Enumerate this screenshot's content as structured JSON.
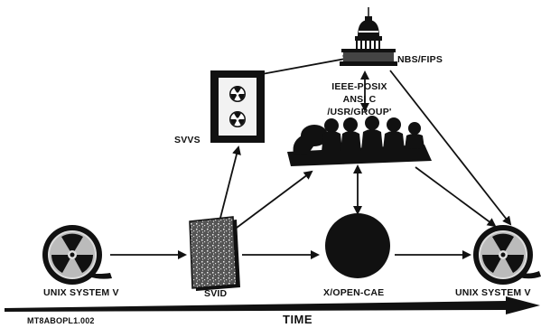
{
  "diagram": {
    "labels": {
      "unix_left": "UNIX SYSTEM V",
      "svid": "SVID",
      "x_open": "X/OPEN-CAE",
      "unix_right": "UNIX SYSTEM V",
      "svvs": "SVVS",
      "nbs_fips": "NBS/FIPS",
      "ieee_line1": "IEEE-POSIX",
      "ieee_line2": "ANSI C",
      "ieee_line3": "/USR/GROUP'",
      "time": "TIME",
      "code": "MT8ABOPL1.002"
    },
    "icons": {
      "reel_left": "film-reel-radiation-icon",
      "reel_right": "film-reel-radiation-icon",
      "svid_doc": "document-book-icon",
      "svvs_panel": "radiation-panel-icon",
      "capitol": "capitol-building-icon",
      "committee": "committee-people-icon",
      "open_circle": "filled-circle-icon"
    },
    "colors": {
      "ink": "#111111",
      "paper": "#ffffff"
    }
  }
}
